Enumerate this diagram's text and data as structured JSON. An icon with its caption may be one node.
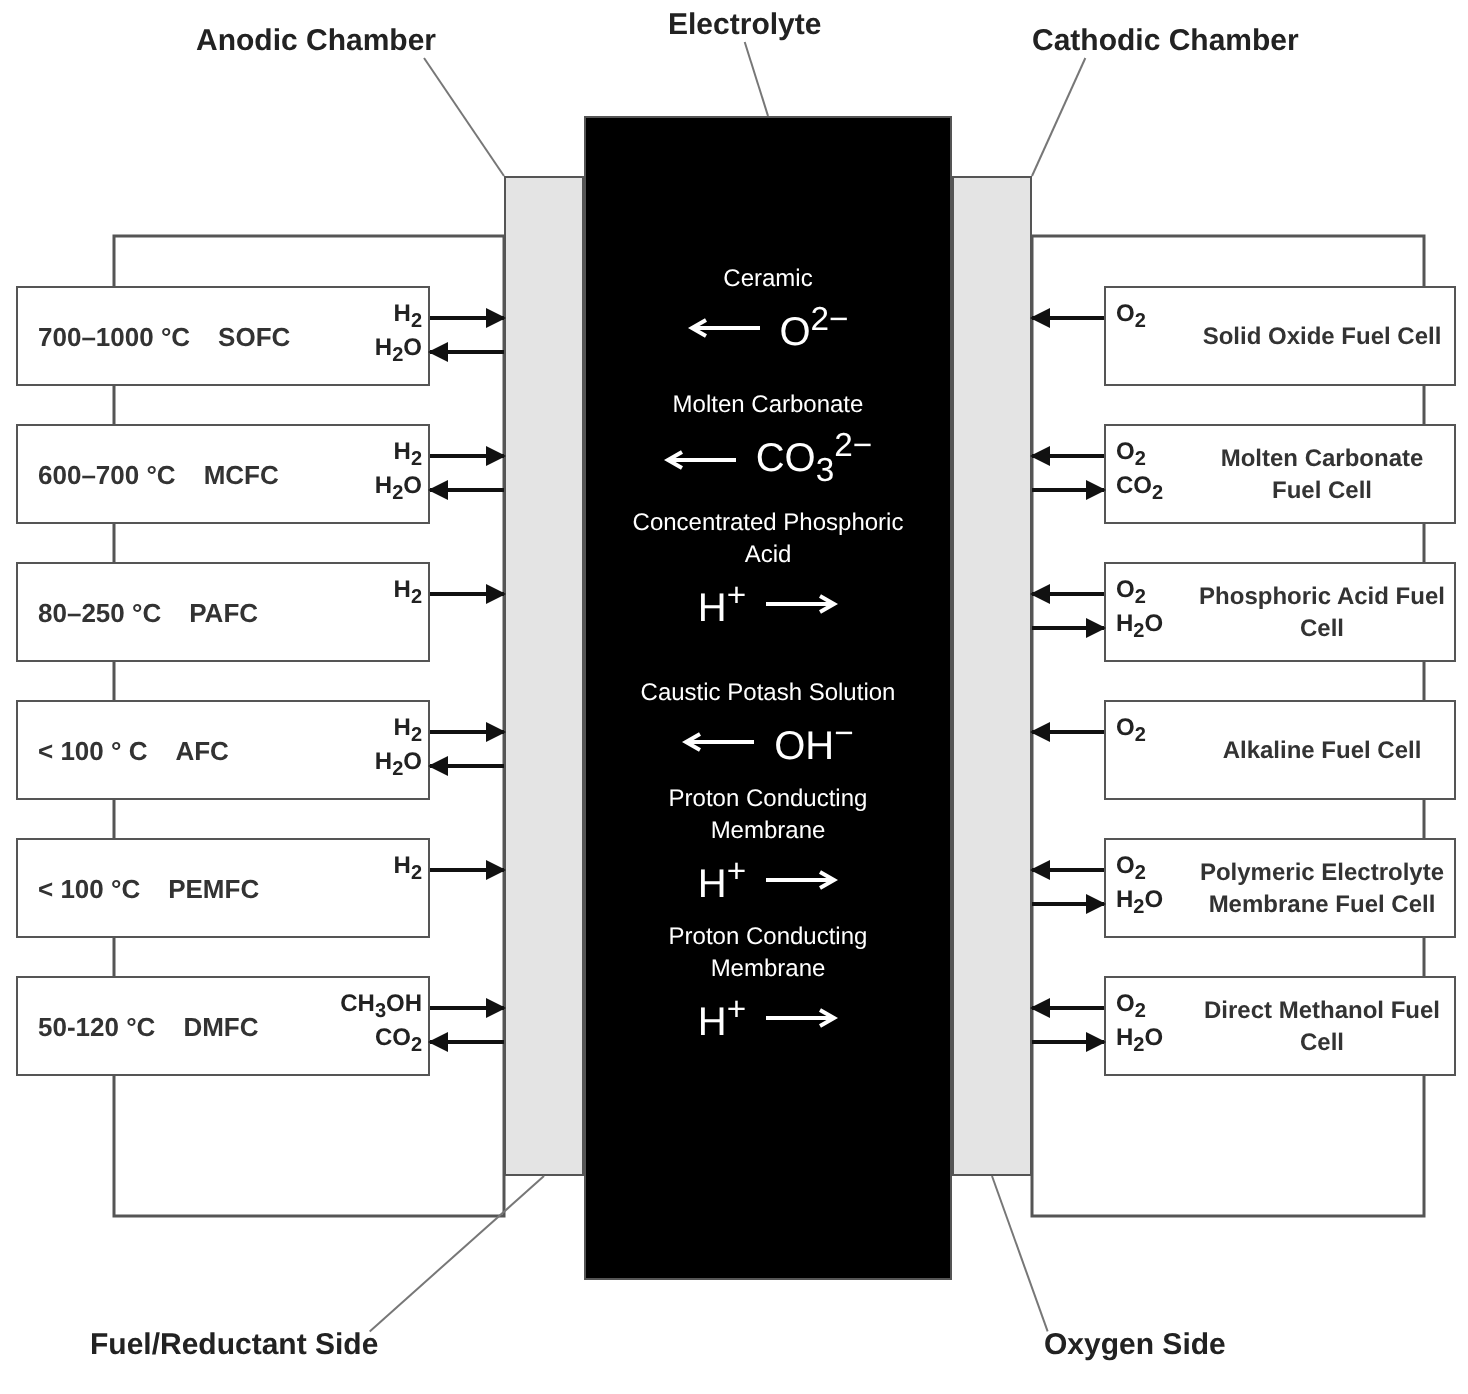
{
  "diagram": {
    "nodes": [
      {
        "text": [
          "Anodic Chamber"
        ]
      },
      {
        "text": [
          "Electrolyte"
        ]
      },
      {
        "text": [
          "Cathodic Chamber"
        ]
      },
      {
        "text": [],
        "shape": "box"
      },
      {
        "text": [
          "Ceramic",
          "O$^{2−}$",
          "Molten Carbonate",
          "CO$_{3}$$^{2−}$",
          "Concentrated Phosphoric Acid",
          "H$^{+}$",
          "Caustic Potash Solution",
          "OH$^{−}$",
          "Proton Conducting Membrane",
          "H$^{+}$",
          "Proton Conducting Membrane",
          "H$^{+}$"
        ]
      },
      {
        "text": [],
        "shape": "box"
      },
      {
        "text": [
          "700–1000 °C",
          "SOFC"
        ]
      },
      {
        "text": [
          "Solid Oxide Fuel Cell"
        ]
      },
      {
        "text": [
          "600–700 °C",
          "MCFC"
        ]
      },
      {
        "text": [
          "Molten Carbonate Fuel Cell"
        ]
      },
      {
        "text": [
          "80–250 °C",
          "PAFC"
        ]
      },
      {
        "text": [
          "Phosphoric Acid Fuel Cell"
        ]
      },
      {
        "text": [
          "< 100 ° C",
          "AFC"
        ]
      },
      {
        "text": [
          "Alkaline Fuel Cell"
        ]
      },
      {
        "text": [
          "< 100 °C",
          "PEMFC"
        ]
      },
      {
        "text": [
          "Polymeric Electrolyte Membrane Fuel Cell"
        ]
      },
      {
        "text": [
          "50-120 °C",
          "DMFC"
        ]
      },
      {
        "text": [
          "Direct Methanol Fuel Cell"
        ]
      },
      {
        "text": [
          "Fuel/Reductant Side"
        ]
      },
      {
        "text": [
          "Oxygen Side"
        ]
      }
    ],
    "edges": [
      {
        "from": 6,
        "to": 3,
        "arrow": "to",
        "label": "H$_{2}$"
      },
      {
        "from": 3,
        "to": 6,
        "arrow": "to",
        "label": "H$_{2}$O"
      },
      {
        "from": 8,
        "to": 3,
        "arrow": "to",
        "label": "H$_{2}$"
      },
      {
        "from": 3,
        "to": 8,
        "arrow": "to",
        "label": "H$_{2}$O"
      },
      {
        "from": 10,
        "to": 3,
        "arrow": "to",
        "label": "H$_{2}$"
      },
      {
        "from": 12,
        "to": 3,
        "arrow": "to",
        "label": "H$_{2}$"
      },
      {
        "from": 3,
        "to": 12,
        "arrow": "to",
        "label": "H$_{2}$O"
      },
      {
        "from": 14,
        "to": 3,
        "arrow": "to",
        "label": "H$_{2}$"
      },
      {
        "from": 16,
        "to": 3,
        "arrow": "to",
        "label": "CH$_{3}$OH"
      },
      {
        "from": 3,
        "to": 16,
        "arrow": "to",
        "label": "CO$_{2}$"
      },
      {
        "from": 7,
        "to": 5,
        "arrow": "to",
        "label": "O$_{2}$"
      },
      {
        "from": 9,
        "to": 5,
        "arrow": "to",
        "label": "O$_{2}$"
      },
      {
        "from": 5,
        "to": 9,
        "arrow": "to",
        "label": "CO$_{2}$"
      },
      {
        "from": 11,
        "to": 5,
        "arrow": "to",
        "label": "O$_{2}$"
      },
      {
        "from": 5,
        "to": 11,
        "arrow": "to",
        "label": "H$_{2}$O"
      },
      {
        "from": 13,
        "to": 5,
        "arrow": "to",
        "label": "O$_{2}$"
      },
      {
        "from": 15,
        "to": 5,
        "arrow": "to",
        "label": "O$_{2}$"
      },
      {
        "from": 5,
        "to": 15,
        "arrow": "to",
        "label": "H$_{2}$O"
      },
      {
        "from": 17,
        "to": 5,
        "arrow": "to",
        "label": "O$_{2}$"
      },
      {
        "from": 5,
        "to": 17,
        "arrow": "to",
        "label": "H$_{2}$O"
      },
      {
        "from": 0,
        "to": 3,
        "arrow": "none",
        "color": "#777777"
      },
      {
        "from": 1,
        "to": 4,
        "arrow": "none",
        "color": "#777777"
      },
      {
        "from": 2,
        "to": 5,
        "arrow": "none",
        "color": "#777777"
      },
      {
        "from": 18,
        "to": 3,
        "arrow": "none",
        "color": "#777777"
      },
      {
        "from": 19,
        "to": 5,
        "arrow": "none",
        "color": "#777777"
      }
    ]
  }
}
